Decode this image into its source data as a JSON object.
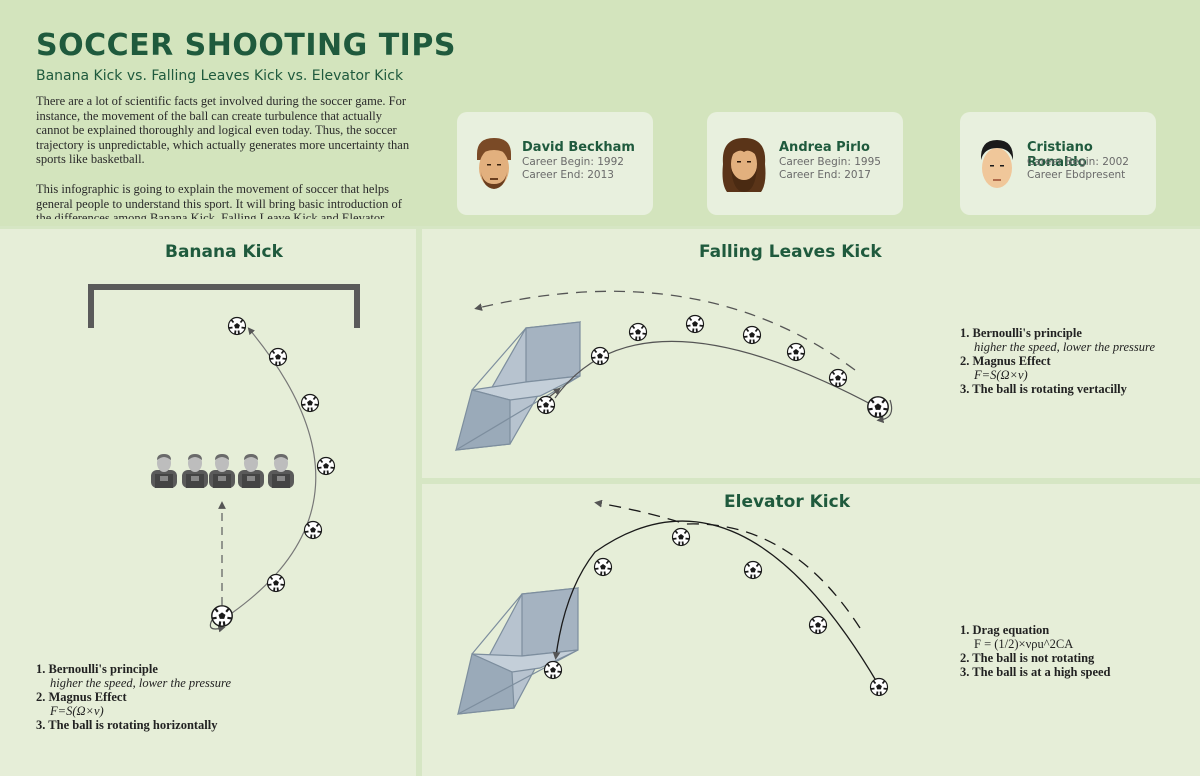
{
  "header": {
    "title": "SOCCER SHOOTING TIPS",
    "subtitle": "Banana Kick vs. Falling Leaves Kick vs. Elevator Kick",
    "intro_p1": "There are a lot of scientific facts get involved during the soccer game. For instance, the movement of the ball can create turbulence that actually cannot be explained thoroughly and logical even today. Thus, the soccer trajectory is unpredictable, which actually generates more uncertainty than sports like basketball.",
    "intro_p2": "This infographic is going to explain the movement of soccer that helps general people to understand this sport. It will bring basic introduction of the differences among Banana Kick, Falling Leave Kick and Elevator"
  },
  "players": [
    {
      "name": "David Beckham",
      "begin": "Career Begin: 1992",
      "end": "Career End: 2013"
    },
    {
      "name": "Andrea Pirlo",
      "begin": "Career Begin: 1995",
      "end": "Career End: 2017"
    },
    {
      "name": "Cristiano Ronaldo",
      "begin": "Career Begin: 2002",
      "end": "Career Ebdpresent"
    }
  ],
  "banana": {
    "title": "Banana Kick",
    "n1": "1. Bernoulli's principle",
    "n1_sub": "higher the speed, lower the pressure",
    "n2": "2. Magnus Effect",
    "n2_sub": "F=S(Ω×v)",
    "n3": "3. The ball is rotating horizontally"
  },
  "falling": {
    "title": "Falling Leaves Kick",
    "n1": "1. Bernoulli's principle",
    "n1_sub": "higher the speed, lower the pressure",
    "n2": "2. Magnus Effect",
    "n2_sub": "F=S(Ω×v)",
    "n3": "3. The ball is rotating vertacilly"
  },
  "elevator": {
    "title": "Elevator Kick",
    "n1": "1. Drag equation",
    "n1_sub": "F = (1/2)×νρu^2CA",
    "n2": "2. The ball is not rotating",
    "n3": "3. The ball is at a high speed"
  },
  "colors": {
    "title_green": "#1f5a3d",
    "header_bg": "#d3e4bd",
    "panel_bg": "#e6eed8",
    "card_bg": "#e8f0de",
    "goal_gray": "#5a5a5a"
  }
}
